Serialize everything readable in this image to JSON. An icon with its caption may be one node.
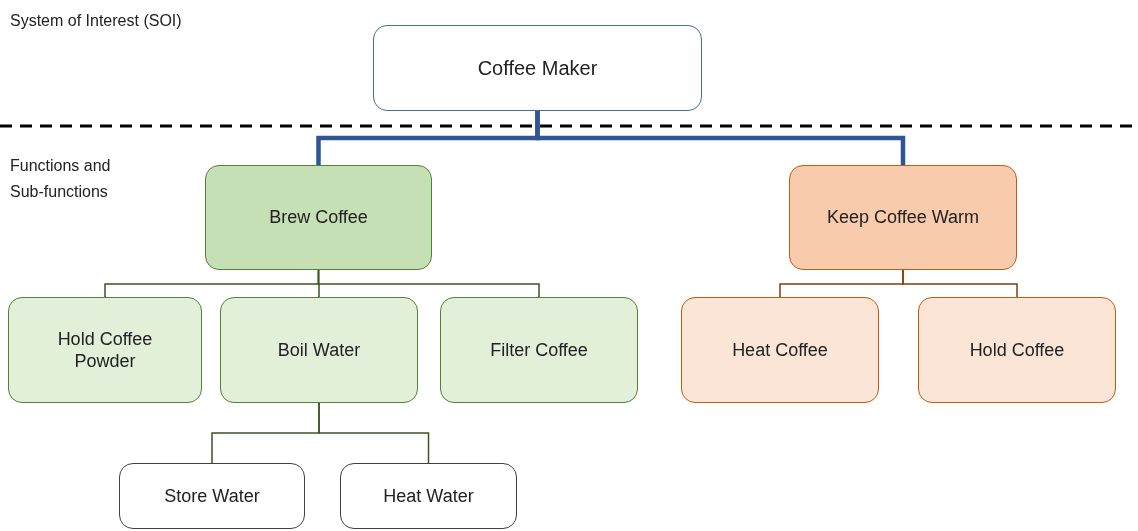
{
  "diagram": {
    "nodes": [
      {
        "text": [
          "Coffee Maker"
        ]
      },
      {
        "text": [
          "Brew Coffee"
        ]
      },
      {
        "text": [
          "Keep Coffee Warm"
        ]
      },
      {
        "text": [
          "Hold Coffee Powder"
        ]
      },
      {
        "text": [
          "Boil Water"
        ]
      },
      {
        "text": [
          "Filter Coffee"
        ]
      },
      {
        "text": [
          "Heat Coffee"
        ]
      },
      {
        "text": [
          "Hold Coffee"
        ]
      },
      {
        "text": [
          "Store Water"
        ]
      },
      {
        "text": [
          "Heat Water"
        ]
      }
    ],
    "edges": [
      {
        "from": 0,
        "to": 1,
        "arrow": "none",
        "style": "thick",
        "color": "#2f5597"
      },
      {
        "from": 0,
        "to": 2,
        "arrow": "none",
        "style": "thick",
        "color": "#2f5597"
      },
      {
        "from": 1,
        "to": 3,
        "arrow": "none",
        "color": "#385723"
      },
      {
        "from": 1,
        "to": 4,
        "arrow": "none",
        "color": "#385723"
      },
      {
        "from": 1,
        "to": 5,
        "arrow": "none",
        "color": "#385723"
      },
      {
        "from": 2,
        "to": 6,
        "arrow": "none",
        "color": "#843c0c"
      },
      {
        "from": 2,
        "to": 7,
        "arrow": "none",
        "color": "#843c0c"
      },
      {
        "from": 4,
        "to": 8,
        "arrow": "none",
        "color": "#385723"
      },
      {
        "from": 4,
        "to": 9,
        "arrow": "none",
        "color": "#385723"
      }
    ],
    "labels": [
      "System of Interest (SOI)",
      "Functions and Sub-functions"
    ]
  }
}
